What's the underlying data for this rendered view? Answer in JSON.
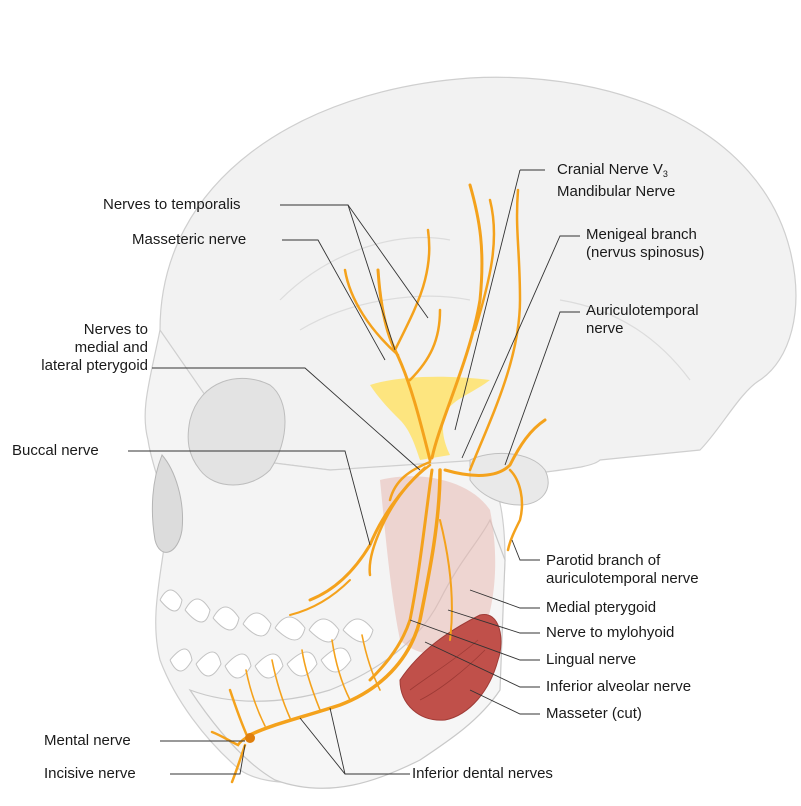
{
  "labels": {
    "cranial_nerve_line1": "Cranial Nerve V",
    "cranial_nerve_sub": "3",
    "cranial_nerve_line2": "Mandibular Nerve",
    "nerves_to_temporalis": "Nerves to temporalis",
    "masseteric_nerve": "Masseteric nerve",
    "meningeal_line1": "Menigeal branch",
    "meningeal_line2": "(nervus spinosus)",
    "auriculotemporal_line1": "Auriculotemporal",
    "auriculotemporal_line2": "nerve",
    "pterygoid_line1": "Nerves to",
    "pterygoid_line2": "medial and",
    "pterygoid_line3": "lateral pterygoid",
    "buccal_nerve": "Buccal nerve",
    "parotid_line1": "Parotid branch of",
    "parotid_line2": "auriculotemporal nerve",
    "medial_pterygoid": "Medial pterygoid",
    "nerve_to_mylohyoid": "Nerve to mylohyoid",
    "lingual_nerve": "Lingual nerve",
    "inferior_alveolar_nerve": "Inferior alveolar nerve",
    "masseter_cut": "Masseter (cut)",
    "mental_nerve": "Mental nerve",
    "incisive_nerve": "Incisive nerve",
    "inferior_dental_nerves": "Inferior dental nerves"
  },
  "colors": {
    "nerve": "#f4a21c",
    "nerve_dark": "#e07f0c",
    "ganglion": "#ffe36b",
    "muscle": "#c0504a",
    "muscle_pink": "#e7b9b2",
    "bone_fill": "#f1f1f1",
    "bone_line": "#c9c9c9",
    "leader": "#333333"
  }
}
